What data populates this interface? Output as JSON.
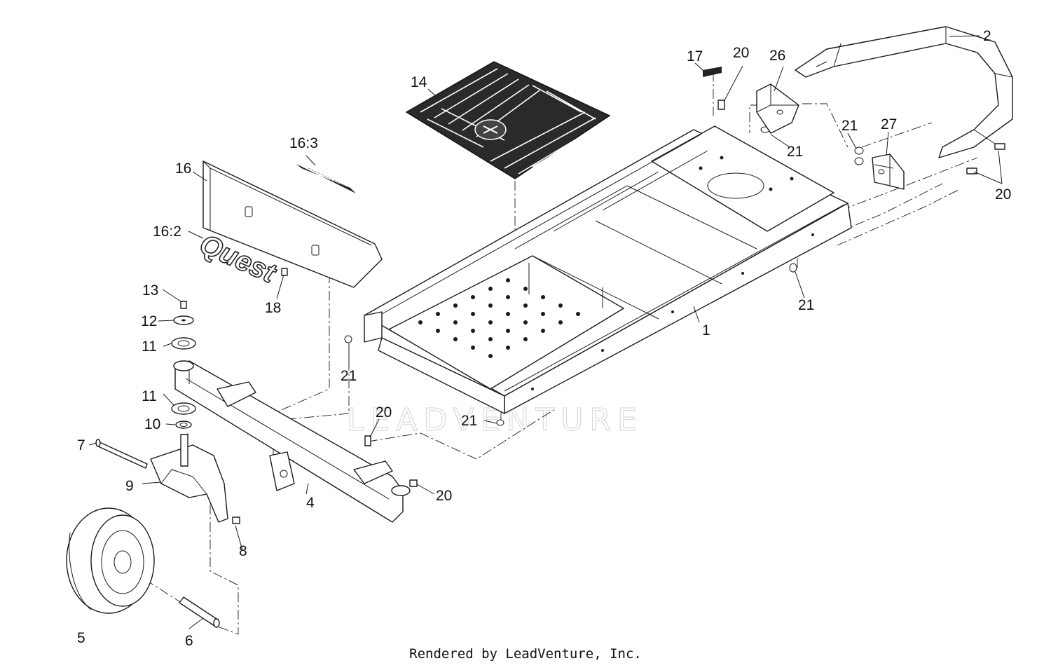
{
  "watermark": "LEADVENTURE",
  "credit": "Rendered by LeadVenture, Inc.",
  "decal_text": "Quest",
  "callouts": {
    "frame": "1",
    "handlebar": "2",
    "axle_beam": "4",
    "wheel": "5",
    "wheel_spacer": "6",
    "axle_bolt": "7",
    "bolt_8": "8",
    "caster_fork": "9",
    "washer_10": "10",
    "bearing_upper": "11",
    "bearing_lower": "11",
    "washer_12": "12",
    "bolt_13": "13",
    "floor_mat": "14",
    "front_panel": "16",
    "quest_decal": "16:2",
    "stripe_decal": "16:3",
    "small_decal": "17",
    "screw_18": "18",
    "bolt_20_top": "20",
    "bolt_20_right": "20",
    "bolt_20_beam": "20",
    "bolt_20_beam_end": "20",
    "nut_21_top": "21",
    "nut_21_right": "21",
    "nut_21_side": "21",
    "nut_21_left": "21",
    "nut_21_front": "21",
    "bracket_26": "26",
    "bracket_27": "27"
  }
}
